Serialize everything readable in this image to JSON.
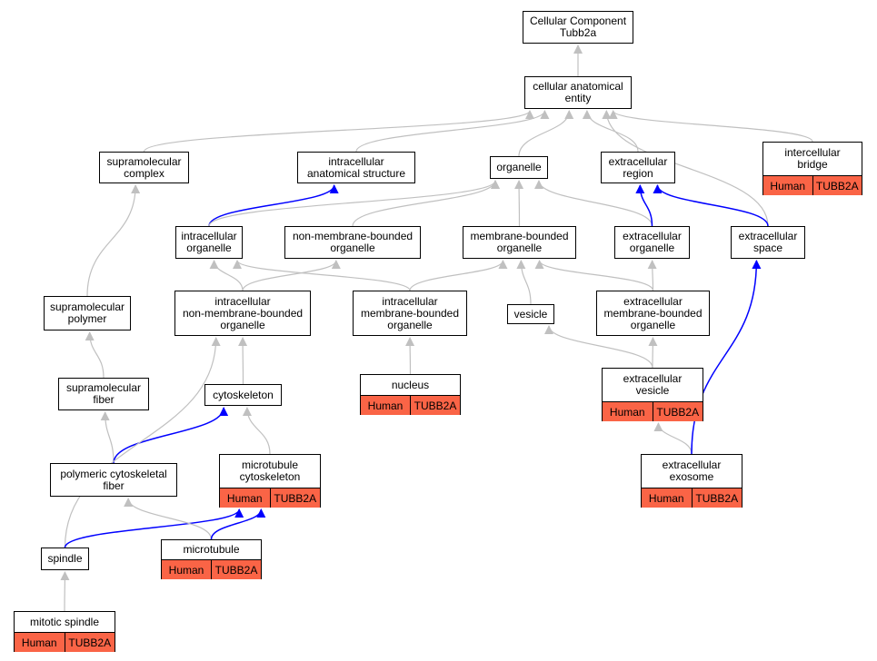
{
  "colors": {
    "is_a_edge": "#c0c0c0",
    "part_of_edge": "#0000ff",
    "annotation_fill": "#fa6446"
  },
  "nodes": {
    "root": {
      "label": "Cellular Component\nTubb2a"
    },
    "cae": {
      "label": "cellular anatomical\nentity"
    },
    "supcomplex": {
      "label": "supramolecular\ncomplex"
    },
    "ias": {
      "label": "intracellular\nanatomical structure"
    },
    "organelle": {
      "label": "organelle"
    },
    "exregion": {
      "label": "extracellular\nregion"
    },
    "icbridge": {
      "label": "intercellular\nbridge",
      "species": "Human",
      "gene": "TUBB2A"
    },
    "icorg": {
      "label": "intracellular\norganelle"
    },
    "nmbo": {
      "label": "non-membrane-bounded\norganelle"
    },
    "mbo": {
      "label": "membrane-bounded\norganelle"
    },
    "exorg": {
      "label": "extracellular\norganelle"
    },
    "exspace": {
      "label": "extracellular\nspace"
    },
    "suppoly": {
      "label": "supramolecular\npolymer"
    },
    "icnmbo": {
      "label": "intracellular\nnon-membrane-bounded\norganelle"
    },
    "icmbo": {
      "label": "intracellular\nmembrane-bounded\norganelle"
    },
    "vesicle": {
      "label": "vesicle"
    },
    "exmbo": {
      "label": "extracellular\nmembrane-bounded\norganelle"
    },
    "supfiber": {
      "label": "supramolecular\nfiber"
    },
    "cytoskel": {
      "label": "cytoskeleton"
    },
    "nucleus": {
      "label": "nucleus",
      "species": "Human",
      "gene": "TUBB2A"
    },
    "exves": {
      "label": "extracellular\nvesicle",
      "species": "Human",
      "gene": "TUBB2A"
    },
    "polycyto": {
      "label": "polymeric cytoskeletal\nfiber"
    },
    "mtcyto": {
      "label": "microtubule\ncytoskeleton",
      "species": "Human",
      "gene": "TUBB2A"
    },
    "exosome": {
      "label": "extracellular\nexosome",
      "species": "Human",
      "gene": "TUBB2A"
    },
    "spindle": {
      "label": "spindle"
    },
    "microtubule": {
      "label": "microtubule",
      "species": "Human",
      "gene": "TUBB2A"
    },
    "mitspindle": {
      "label": "mitotic spindle",
      "species": "Human",
      "gene": "TUBB2A"
    }
  },
  "edges": [
    {
      "from": "cae",
      "to": "root",
      "type": "is_a"
    },
    {
      "from": "supcomplex",
      "to": "cae",
      "type": "is_a"
    },
    {
      "from": "ias",
      "to": "cae",
      "type": "is_a"
    },
    {
      "from": "organelle",
      "to": "cae",
      "type": "is_a"
    },
    {
      "from": "exregion",
      "to": "cae",
      "type": "is_a"
    },
    {
      "from": "icbridge",
      "to": "cae",
      "type": "is_a"
    },
    {
      "from": "exspace",
      "to": "cae",
      "type": "is_a"
    },
    {
      "from": "icorg",
      "to": "ias",
      "type": "part_of"
    },
    {
      "from": "icorg",
      "to": "organelle",
      "type": "is_a"
    },
    {
      "from": "nmbo",
      "to": "organelle",
      "type": "is_a"
    },
    {
      "from": "mbo",
      "to": "organelle",
      "type": "is_a"
    },
    {
      "from": "exorg",
      "to": "organelle",
      "type": "is_a"
    },
    {
      "from": "exorg",
      "to": "exregion",
      "type": "part_of"
    },
    {
      "from": "exspace",
      "to": "exregion",
      "type": "part_of"
    },
    {
      "from": "suppoly",
      "to": "supcomplex",
      "type": "is_a"
    },
    {
      "from": "icnmbo",
      "to": "icorg",
      "type": "is_a"
    },
    {
      "from": "icnmbo",
      "to": "nmbo",
      "type": "is_a"
    },
    {
      "from": "icmbo",
      "to": "icorg",
      "type": "is_a"
    },
    {
      "from": "icmbo",
      "to": "mbo",
      "type": "is_a"
    },
    {
      "from": "vesicle",
      "to": "mbo",
      "type": "is_a"
    },
    {
      "from": "exmbo",
      "to": "mbo",
      "type": "is_a"
    },
    {
      "from": "exmbo",
      "to": "exorg",
      "type": "is_a"
    },
    {
      "from": "supfiber",
      "to": "suppoly",
      "type": "is_a"
    },
    {
      "from": "cytoskel",
      "to": "icnmbo",
      "type": "is_a"
    },
    {
      "from": "nucleus",
      "to": "icmbo",
      "type": "is_a"
    },
    {
      "from": "exves",
      "to": "vesicle",
      "type": "is_a"
    },
    {
      "from": "exves",
      "to": "exmbo",
      "type": "is_a"
    },
    {
      "from": "polycyto",
      "to": "supfiber",
      "type": "is_a"
    },
    {
      "from": "polycyto",
      "to": "cytoskel",
      "type": "part_of"
    },
    {
      "from": "mtcyto",
      "to": "cytoskel",
      "type": "is_a"
    },
    {
      "from": "exosome",
      "to": "exves",
      "type": "is_a"
    },
    {
      "from": "exosome",
      "to": "exspace",
      "type": "part_of"
    },
    {
      "from": "spindle",
      "to": "icnmbo",
      "type": "is_a"
    },
    {
      "from": "spindle",
      "to": "mtcyto",
      "type": "part_of"
    },
    {
      "from": "microtubule",
      "to": "polycyto",
      "type": "is_a"
    },
    {
      "from": "microtubule",
      "to": "mtcyto",
      "type": "part_of"
    },
    {
      "from": "mitspindle",
      "to": "spindle",
      "type": "is_a"
    }
  ]
}
